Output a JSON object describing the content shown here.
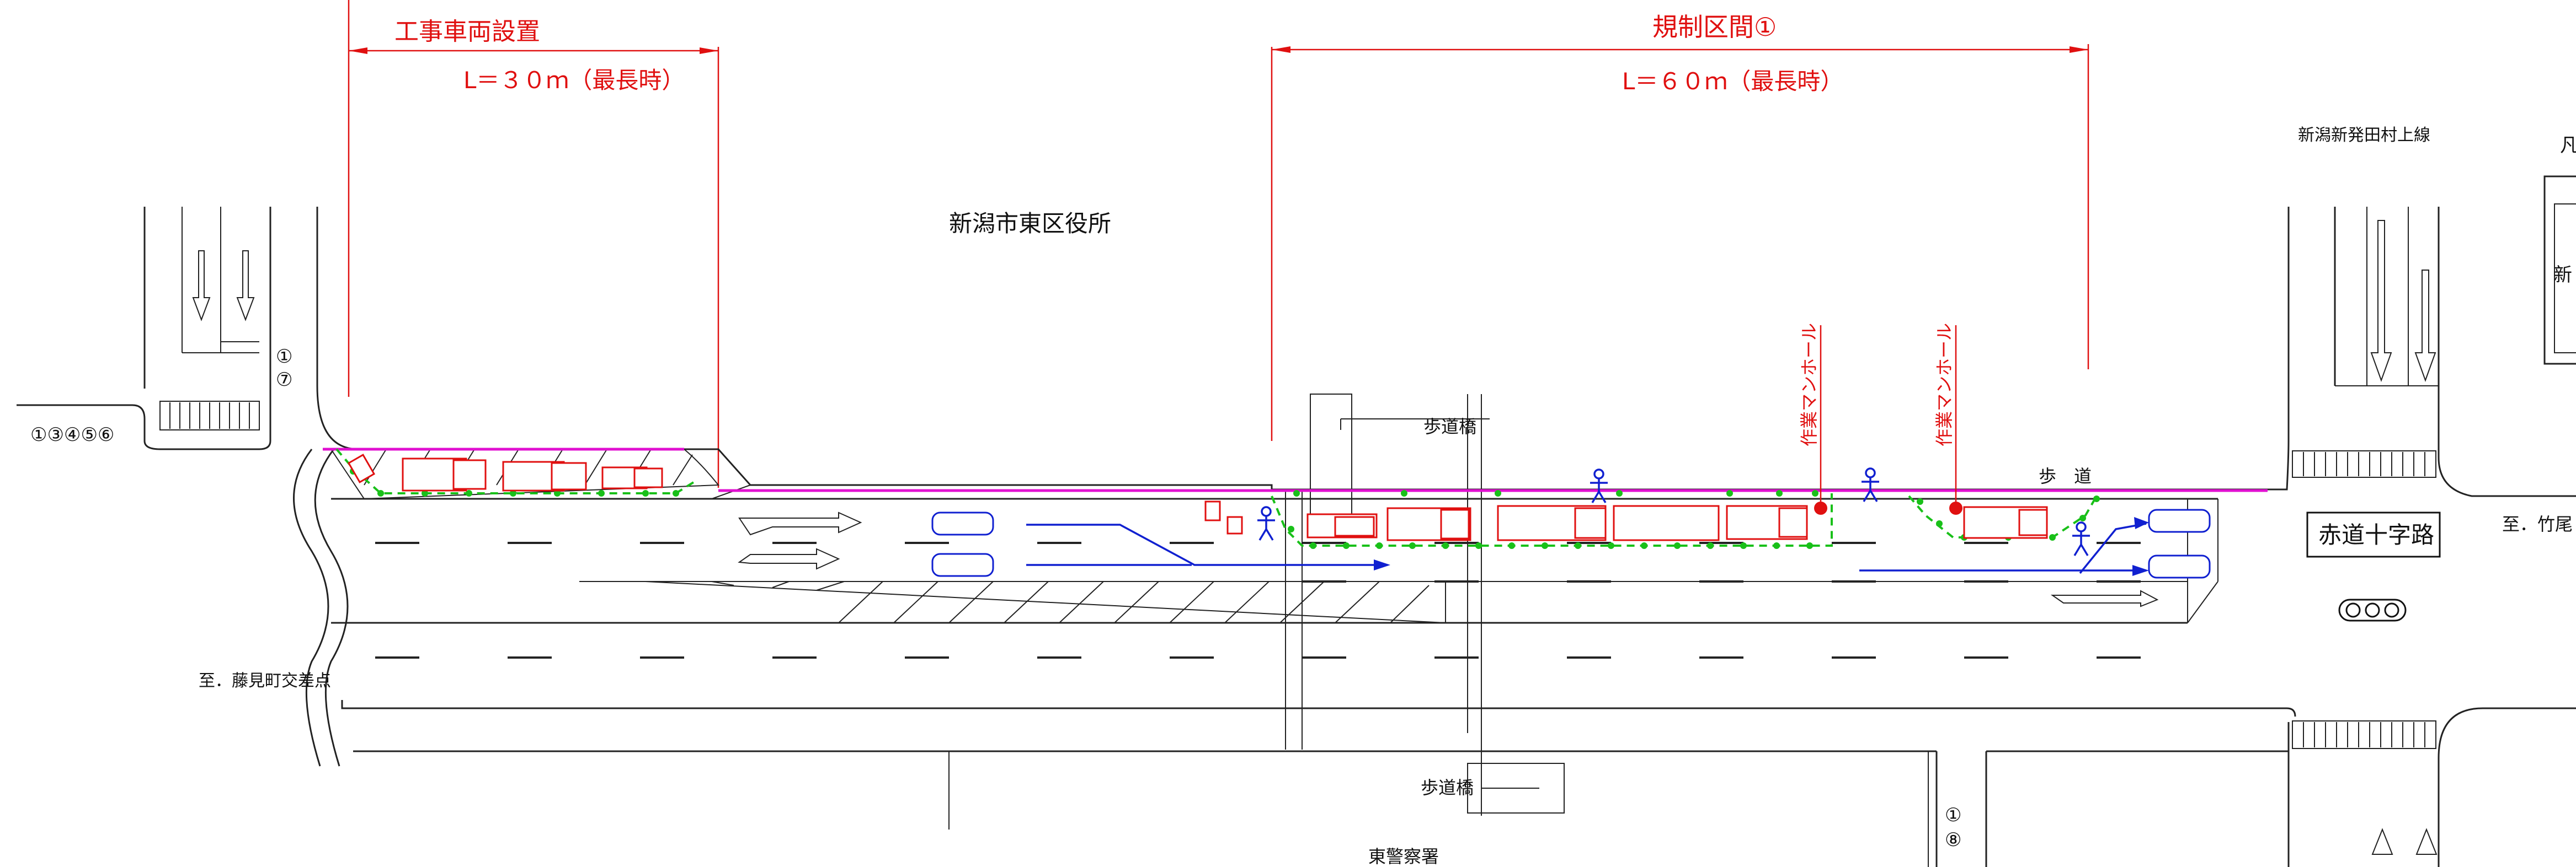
{
  "labels": {
    "construction_vehicle_area": "工事車両設置",
    "length_30": "L＝３０ｍ（最長時）",
    "regulation_section": "規制区間①",
    "length_60": "L＝６０ｍ（最長時）",
    "city_office": "新潟市東区役所",
    "pedestrian_bridge_top": "歩道橋",
    "pedestrian_bridge_bottom": "歩道橋",
    "manhole_work_1": "作業マンホール",
    "manhole_work_2": "作業マンホール",
    "sidewalk": "歩　道",
    "route_name": "新潟新発田村上線",
    "intersection_name": "赤道十字路",
    "to_fujimi": "至．藤見町交差点",
    "to_takeo": "至．竹尾",
    "police_station": "東警察署",
    "legend_char": "凡",
    "legend_side": "新",
    "signal_left": "①③④⑤⑥",
    "signal_circles_top": "①",
    "signal_circles_top2": "⑦",
    "signal_circles_bottom": "①",
    "signal_circles_bottom2": "⑧"
  },
  "colors": {
    "annotation": "#e01010",
    "traffic_flow": "#1020d0",
    "barrier": "#19c019",
    "curb_line": "#e010d0"
  }
}
